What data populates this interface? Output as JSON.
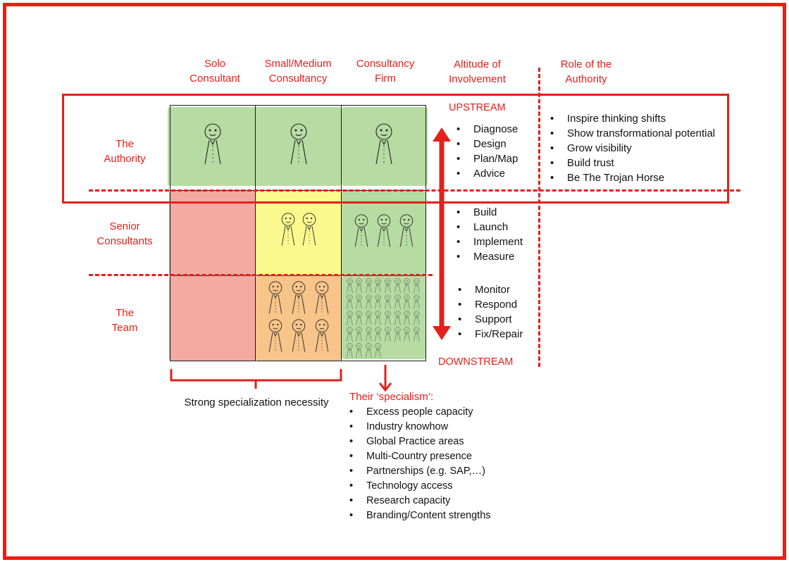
{
  "columns": {
    "solo": "Solo\nConsultant",
    "small_medium": "Small/Medium\nConsultancy",
    "firm": "Consultancy\nFirm",
    "altitude": "Altitude of\nInvolvement",
    "role": "Role of the\nAuthority"
  },
  "rows": {
    "authority": "The\nAuthority",
    "senior": "Senior\nConsultants",
    "team": "The\nTeam"
  },
  "altitude": {
    "upstream": "UPSTREAM",
    "downstream": "DOWNSTREAM",
    "authority_items": [
      "Diagnose",
      "Design",
      "Plan/Map",
      "Advice"
    ],
    "senior_items": [
      "Build",
      "Launch",
      "Implement",
      "Measure"
    ],
    "team_items": [
      "Monitor",
      "Respond",
      "Support",
      "Fix/Repair"
    ]
  },
  "role_items": [
    "Inspire thinking shifts",
    "Show transformational potential",
    "Grow visibility",
    "Build trust",
    "Be The Trojan Horse"
  ],
  "specialization_note": "Strong specialization necessity",
  "specialism": {
    "title": "Their ‘specialism’:",
    "items": [
      "Excess people capacity",
      "Industry knowhow",
      "Global Practice areas",
      "Multi-Country presence",
      "Partnerships (e.g. SAP,…)",
      "Technology access",
      "Research capacity",
      "Branding/Content strengths"
    ]
  },
  "colors": {
    "accent_red": "#e3201b",
    "green": "#b6dca3",
    "yellow": "#fbf88e",
    "orange": "#f7c48a",
    "pink": "#f3aaa3"
  },
  "icons": {
    "person": "stick-figure-icon"
  },
  "grid_people_counts": {
    "authority": [
      1,
      1,
      1
    ],
    "senior": [
      0,
      2,
      3
    ],
    "team": [
      0,
      6,
      36
    ]
  }
}
